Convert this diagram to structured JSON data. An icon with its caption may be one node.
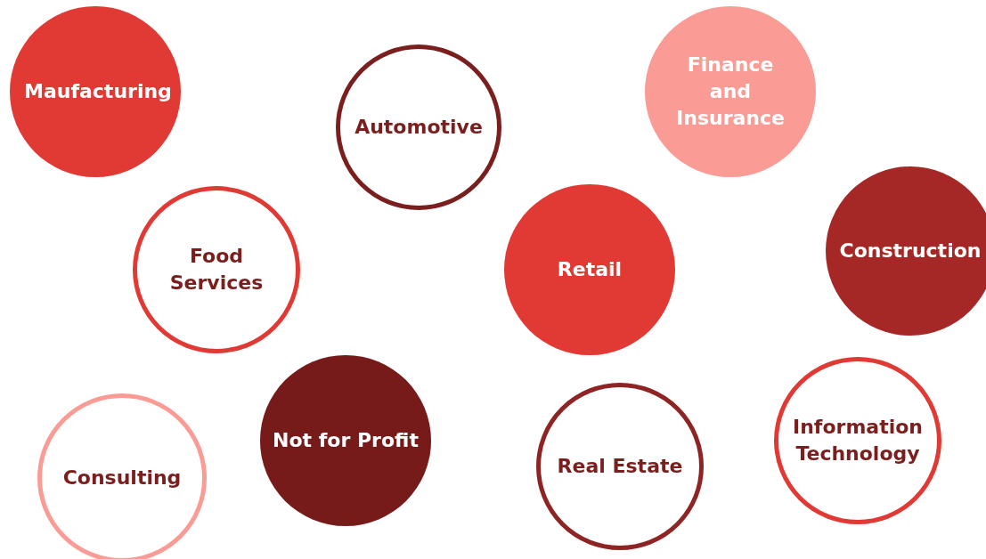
{
  "diagram": {
    "nodes": [
      {
        "text": [
          "Maufacturing"
        ]
      },
      {
        "text": [
          "Automotive"
        ]
      },
      {
        "text": [
          "Finance and Insurance"
        ]
      },
      {
        "text": [
          "Food Services"
        ]
      },
      {
        "text": [
          "Retail"
        ]
      },
      {
        "text": [
          "Construction"
        ]
      },
      {
        "text": [
          "Consulting"
        ]
      },
      {
        "text": [
          "Not for Profit"
        ]
      },
      {
        "text": [
          "Real Estate"
        ]
      },
      {
        "text": [
          "Information Technology"
        ]
      }
    ]
  }
}
